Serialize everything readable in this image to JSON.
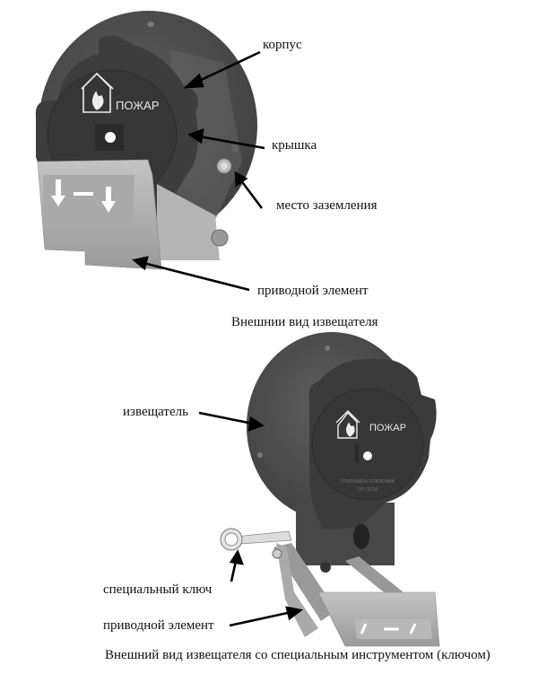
{
  "figure_top": {
    "device_logo_text": "ПОЖАР",
    "labels": {
      "housing": "корпус",
      "cover": "крышка",
      "grounding": "место заземления",
      "actuator": "приводной элемент"
    },
    "caption": "Внешнии вид извещателя"
  },
  "figure_bottom": {
    "device_logo_text": "ПОЖАР",
    "cover_engraving": [
      "ОТКРЫВАТЬ ОТКЛЮЧИВ",
      "ОТ СЕТИ"
    ],
    "labels": {
      "detector": "извещатель",
      "special_key": "специальный ключ",
      "actuator": "приводной элемент"
    },
    "caption": "Внешний вид извещателя со специальным инструментом (ключом)"
  },
  "colors": {
    "body": "#4a4a4a",
    "cover": "#3a3a3a",
    "bracket": "#a8a8a8",
    "arrow": "#000000"
  }
}
